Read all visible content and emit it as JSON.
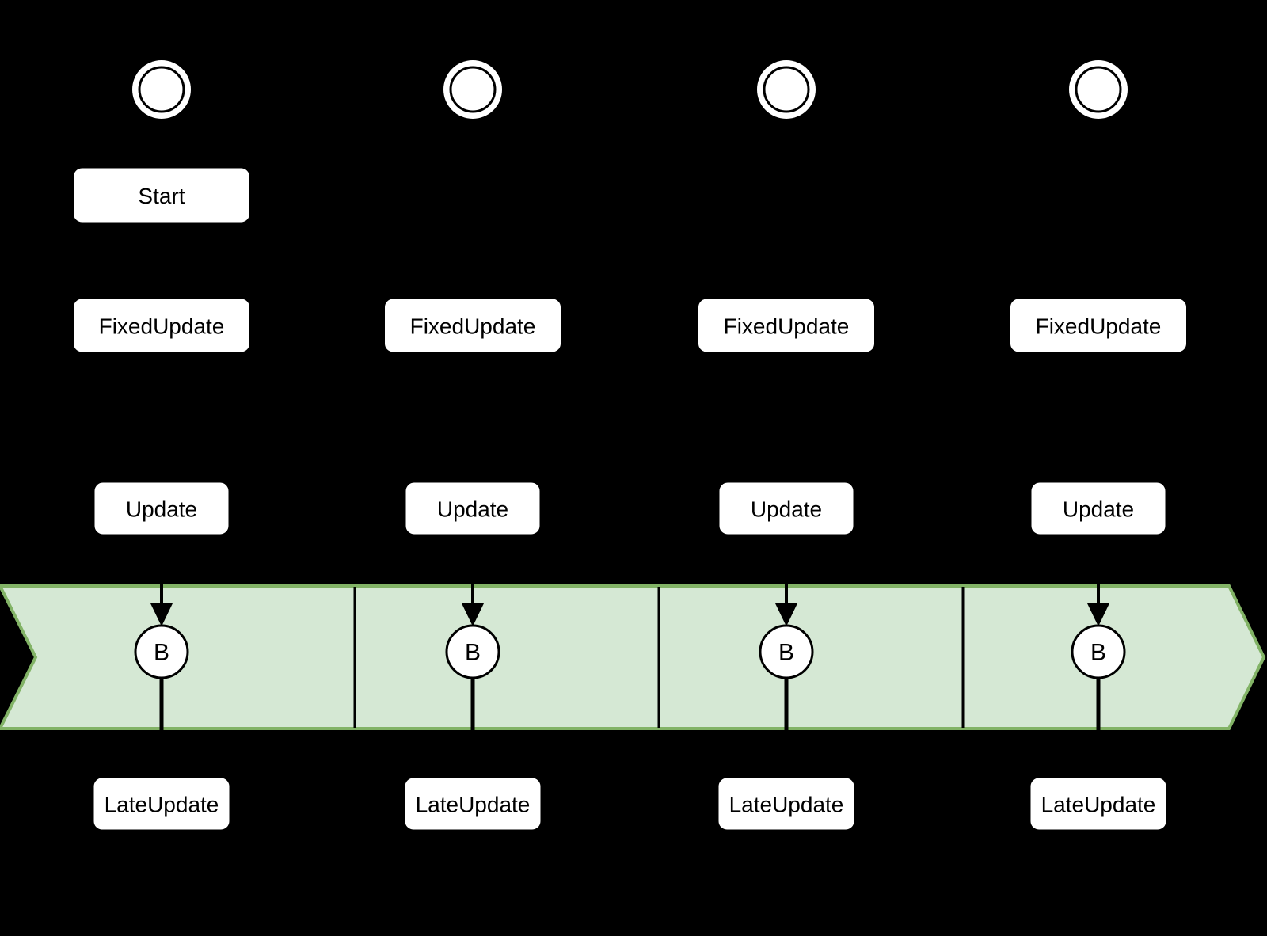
{
  "diagram": {
    "kind": "unity-frame-lifecycle-activity-diagram",
    "colors": {
      "background": "#000000",
      "band_fill": "#d5e8d4",
      "band_border": "#82b366",
      "node_fill": "#ffffff",
      "line": "#000000",
      "text": "#000000"
    },
    "frames": [
      {
        "start": "Start",
        "fixed_update": "FixedUpdate",
        "update": "Update",
        "marker": "B",
        "late_update": "LateUpdate"
      },
      {
        "fixed_update": "FixedUpdate",
        "update": "Update",
        "marker": "B",
        "late_update": "LateUpdate"
      },
      {
        "fixed_update": "FixedUpdate",
        "update": "Update",
        "marker": "B",
        "late_update": "LateUpdate"
      },
      {
        "fixed_update": "FixedUpdate",
        "update": "Update",
        "marker": "B",
        "late_update": "LateUpdate"
      }
    ]
  }
}
